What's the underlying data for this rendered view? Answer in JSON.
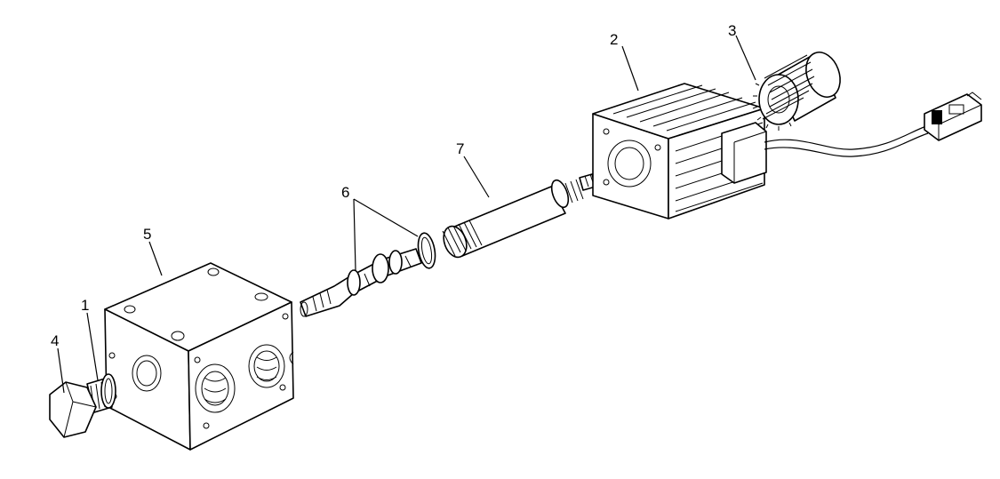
{
  "callouts": [
    {
      "id": "callout-1",
      "label": "1"
    },
    {
      "id": "callout-2",
      "label": "2"
    },
    {
      "id": "callout-3",
      "label": "3"
    },
    {
      "id": "callout-4",
      "label": "4"
    },
    {
      "id": "callout-5",
      "label": "5"
    },
    {
      "id": "callout-6",
      "label": "6"
    },
    {
      "id": "callout-7",
      "label": "7"
    }
  ],
  "colors": {
    "ink": "#000000",
    "background": "#ffffff"
  }
}
